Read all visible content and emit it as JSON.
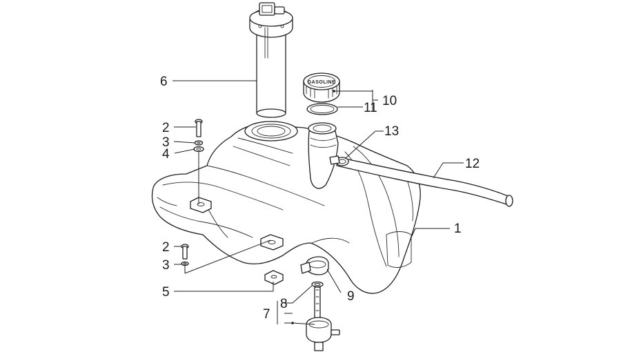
{
  "diagram": {
    "cap_text": "GASOLINE",
    "callouts": {
      "c1": "1",
      "c2a": "2",
      "c3a": "3",
      "c4": "4",
      "c2b": "2",
      "c3b": "3",
      "c5": "5",
      "c6": "6",
      "c7": "7",
      "c8": "8",
      "c9": "9",
      "c10": "10",
      "c11": "11",
      "c12": "12",
      "c13": "13"
    }
  }
}
